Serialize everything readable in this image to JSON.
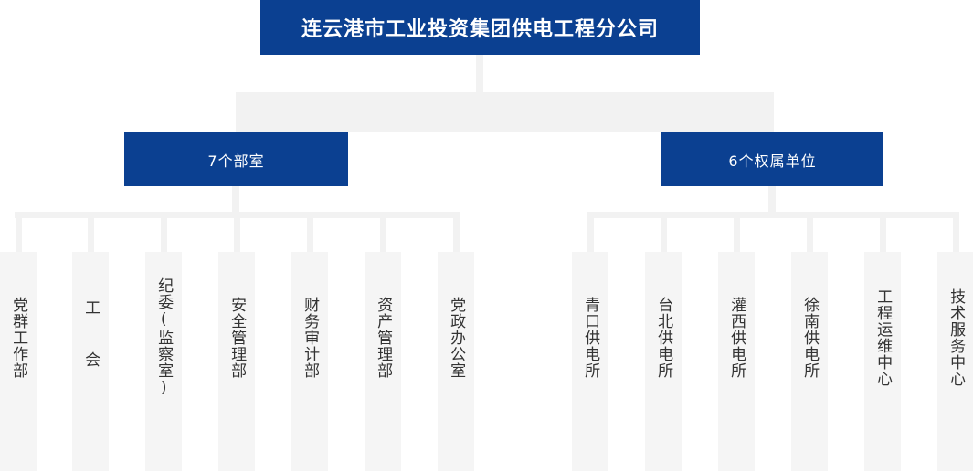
{
  "chart_title": "连云港市工业投资集团供电工程分公司",
  "root": {
    "label": "连云港市工业投资集团供电工程分公司"
  },
  "branches": [
    {
      "key": "departments",
      "label": "7个部室"
    },
    {
      "key": "units",
      "label": "6个权属单位"
    }
  ],
  "departments": [
    {
      "label": "党群工作部"
    },
    {
      "label": "工 会"
    },
    {
      "label": "纪委(监察室)"
    },
    {
      "label": "安全管理部"
    },
    {
      "label": "财务审计部"
    },
    {
      "label": "资产管理部"
    },
    {
      "label": "党政办公室"
    }
  ],
  "units": [
    {
      "label": "青口供电所"
    },
    {
      "label": "台北供电所"
    },
    {
      "label": "灌西供电所"
    },
    {
      "label": "徐南供电所"
    },
    {
      "label": "工程运维中心"
    },
    {
      "label": "技术服务中心"
    }
  ],
  "colors": {
    "brand_blue": "#0b4091",
    "connector_gray": "#f2f2f2",
    "leaf_gray": "#f5f5f5",
    "leaf_text": "#333333",
    "background": "#ffffff"
  }
}
